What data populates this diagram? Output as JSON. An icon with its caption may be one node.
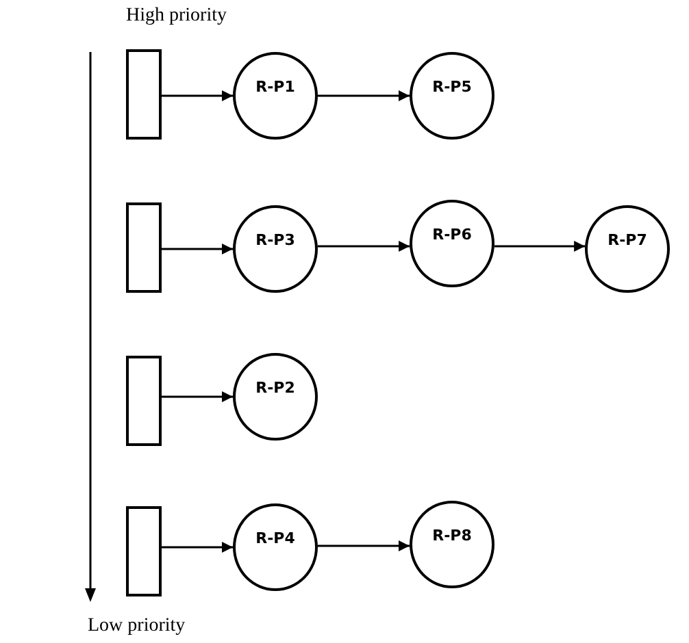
{
  "diagram": {
    "nodes": [
      {
        "text": [],
        "shape": "box"
      },
      {
        "text": [
          "R-P1"
        ]
      },
      {
        "text": [
          "R-P5"
        ]
      },
      {
        "text": [],
        "shape": "box"
      },
      {
        "text": [
          "R-P3"
        ]
      },
      {
        "text": [
          "R-P6"
        ]
      },
      {
        "text": [
          "R-P7"
        ]
      },
      {
        "text": [],
        "shape": "box"
      },
      {
        "text": [
          "R-P2"
        ]
      },
      {
        "text": [],
        "shape": "box"
      },
      {
        "text": [
          "R-P4"
        ]
      },
      {
        "text": [
          "R-P8"
        ]
      }
    ],
    "edges": [
      {
        "from": 0,
        "to": 1,
        "arrow": "to"
      },
      {
        "from": 1,
        "to": 2,
        "arrow": "to"
      },
      {
        "from": 3,
        "to": 4,
        "arrow": "to"
      },
      {
        "from": 4,
        "to": 5,
        "arrow": "to"
      },
      {
        "from": 5,
        "to": 6,
        "arrow": "to"
      },
      {
        "from": 7,
        "to": 8,
        "arrow": "to"
      },
      {
        "from": 9,
        "to": 10,
        "arrow": "to"
      },
      {
        "from": 10,
        "to": 11,
        "arrow": "to"
      }
    ],
    "labels": [
      "High priority",
      "Low priority"
    ]
  }
}
